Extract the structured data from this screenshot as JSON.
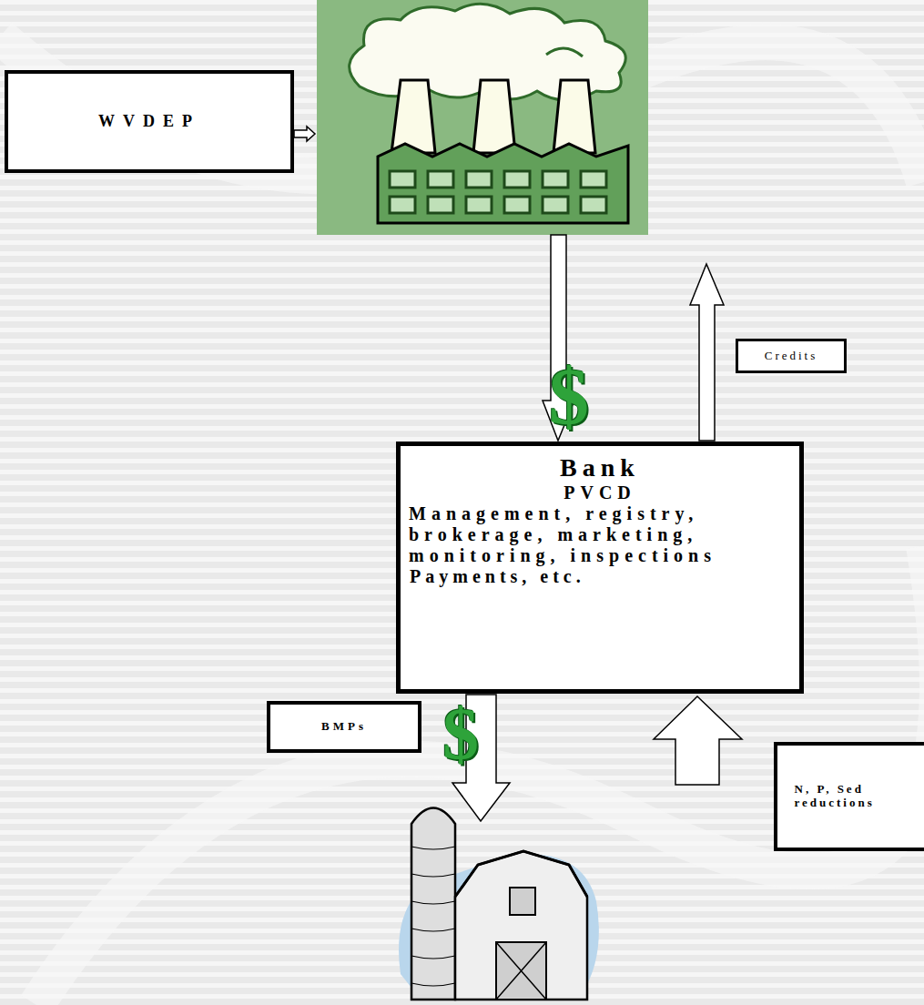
{
  "diagram": {
    "nodes": [
      {
        "text": [
          "WVDEP"
        ]
      },
      {
        "text": [
          "Credits"
        ]
      },
      {
        "text": [
          "Bank",
          "PVCD",
          "Management, registry, brokerage, marketing, monitoring, inspections",
          "Payments, etc."
        ]
      },
      {
        "text": [
          "BMPs"
        ]
      },
      {
        "text": [
          "N, P, Sed reductions"
        ]
      }
    ],
    "labels": [
      "$",
      "$"
    ]
  }
}
